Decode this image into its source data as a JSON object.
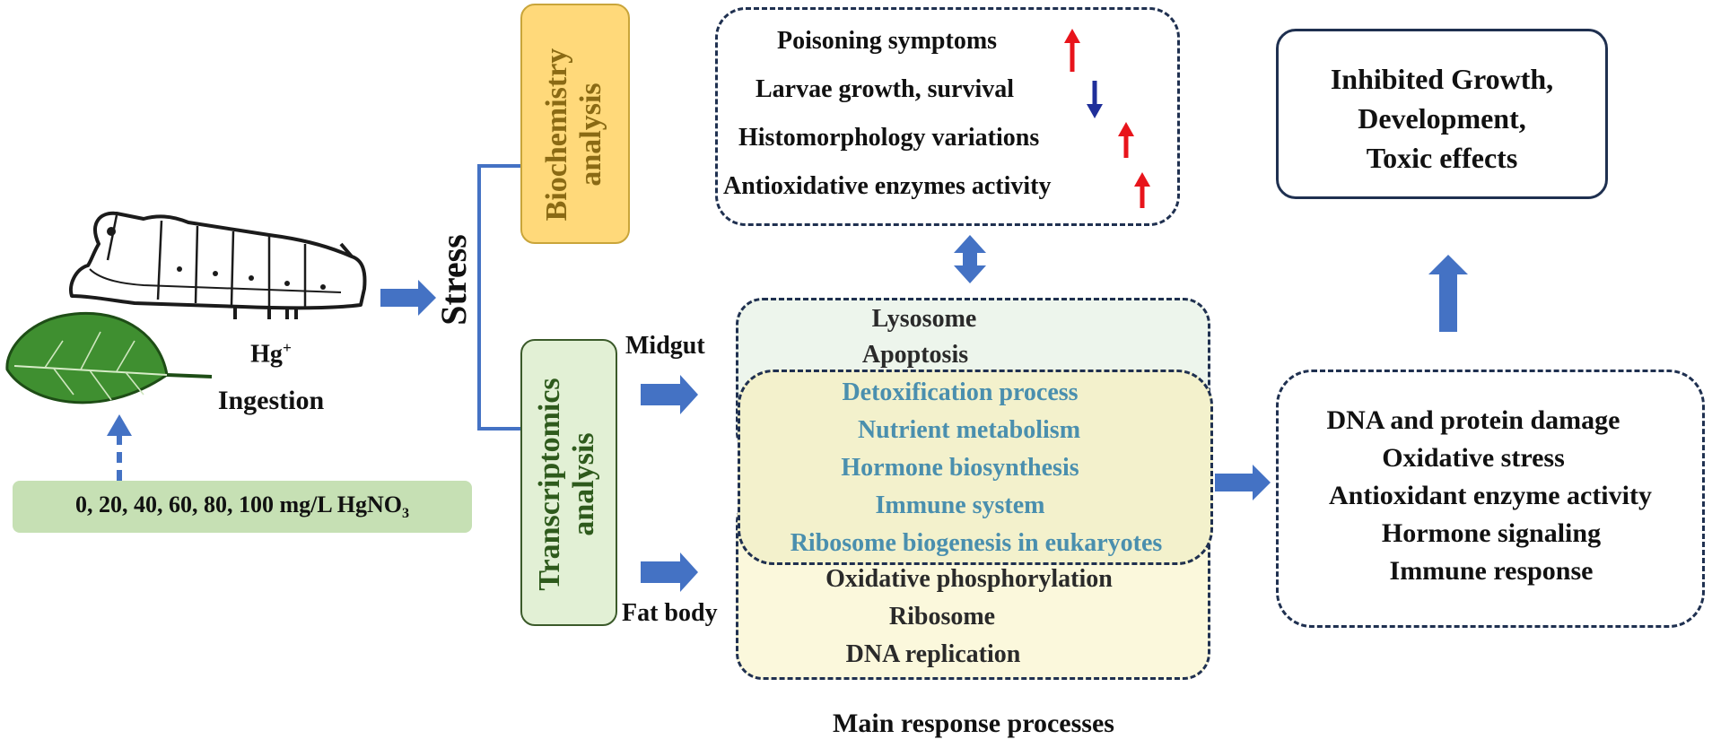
{
  "input": {
    "concentrations": "0, 20, 40, 60, 80, 100 mg/L HgNO",
    "concentrations_sub": "3",
    "hg_label": "Hg",
    "hg_sup": "+",
    "ingestion_label": "Ingestion"
  },
  "stress_label": "Stress",
  "biochemistry": {
    "label_line1": "Biochemistry",
    "label_line2": "analysis",
    "findings": [
      {
        "text": "Poisoning symptoms",
        "direction": "up"
      },
      {
        "text": "Larvae growth, survival",
        "direction": "down"
      },
      {
        "text": "Histomorphology variations",
        "direction": "up"
      },
      {
        "text": "Antioxidative enzymes activity",
        "direction": "up"
      }
    ]
  },
  "transcriptomics": {
    "label_line1": "Transcriptomics",
    "label_line2": "analysis",
    "midgut_label": "Midgut",
    "fatbody_label": "Fat body",
    "midgut_processes": [
      "Lysosome",
      "Apoptosis"
    ],
    "shared_processes": [
      "Detoxification process",
      "Nutrient metabolism",
      "Hormone biosynthesis",
      "Immune system",
      "Ribosome biogenesis in eukaryotes"
    ],
    "fatbody_processes": [
      "Oxidative phosphorylation",
      "Ribosome",
      "DNA replication"
    ]
  },
  "responses": [
    "DNA and protein damage",
    "Oxidative stress",
    "Antioxidant enzyme activity",
    "Hormone signaling",
    "Immune response"
  ],
  "outcome": [
    "Inhibited Growth,",
    "Development,",
    "Toxic effects"
  ],
  "caption": "Main response processes",
  "colors": {
    "arrow_blue": "#4472c4",
    "box_border": "#1f3050",
    "biochem_fill": "#ffd97a",
    "biochem_border": "#c9a53a",
    "trans_fill": "#e2f0d5",
    "trans_border": "#3b5a2a",
    "conc_fill": "#c6e0b4",
    "midgut_fill": "#edf5ec",
    "fatbody_fill": "#fbf8dc",
    "shared_fill": "#f3f1cc",
    "teal_text": "#4a8fae",
    "up_arrow": "#e8141b",
    "down_arrow": "#1f2f9a",
    "leaf": "#3f8f30"
  }
}
